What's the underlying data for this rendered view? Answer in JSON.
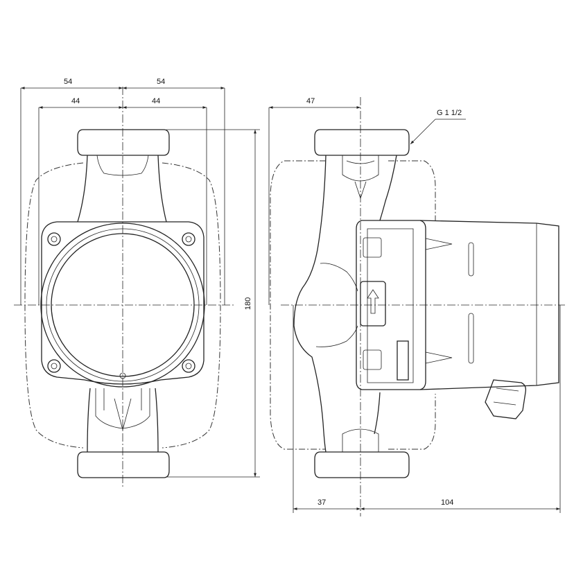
{
  "front_view": {
    "dims": {
      "top_left_outer": "54",
      "top_right_outer": "54",
      "top_left_inner": "44",
      "top_right_inner": "44",
      "height": "180"
    }
  },
  "side_view": {
    "dims": {
      "top_offset": "47",
      "bottom_left": "37",
      "bottom_right": "104"
    },
    "thread_label": "G 1 1/2"
  }
}
